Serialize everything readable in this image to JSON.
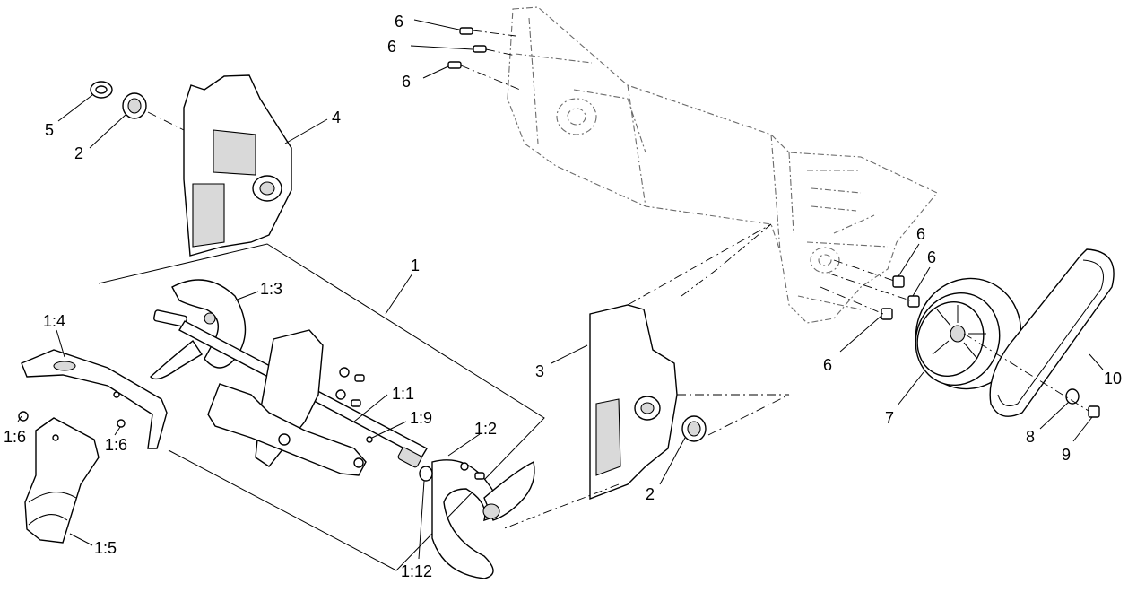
{
  "diagram": {
    "callouts": [
      {
        "id": "c-6a",
        "label": "6"
      },
      {
        "id": "c-6b",
        "label": "6"
      },
      {
        "id": "c-6c",
        "label": "6"
      },
      {
        "id": "c-5",
        "label": "5"
      },
      {
        "id": "c-2a",
        "label": "2"
      },
      {
        "id": "c-4",
        "label": "4"
      },
      {
        "id": "c-1",
        "label": "1"
      },
      {
        "id": "c-1-3",
        "label": "1:3"
      },
      {
        "id": "c-1-4",
        "label": "1:4"
      },
      {
        "id": "c-1-1",
        "label": "1:1"
      },
      {
        "id": "c-1-9",
        "label": "1:9"
      },
      {
        "id": "c-1-6a",
        "label": "1:6"
      },
      {
        "id": "c-1-6b",
        "label": "1:6"
      },
      {
        "id": "c-1-2",
        "label": "1:2"
      },
      {
        "id": "c-1-5",
        "label": "1:5"
      },
      {
        "id": "c-1-12",
        "label": "1:12"
      },
      {
        "id": "c-3",
        "label": "3"
      },
      {
        "id": "c-2b",
        "label": "2"
      },
      {
        "id": "c-6d",
        "label": "6"
      },
      {
        "id": "c-6e",
        "label": "6"
      },
      {
        "id": "c-6f",
        "label": "6"
      },
      {
        "id": "c-7",
        "label": "7"
      },
      {
        "id": "c-8",
        "label": "8"
      },
      {
        "id": "c-9",
        "label": "9"
      },
      {
        "id": "c-10",
        "label": "10"
      }
    ]
  }
}
